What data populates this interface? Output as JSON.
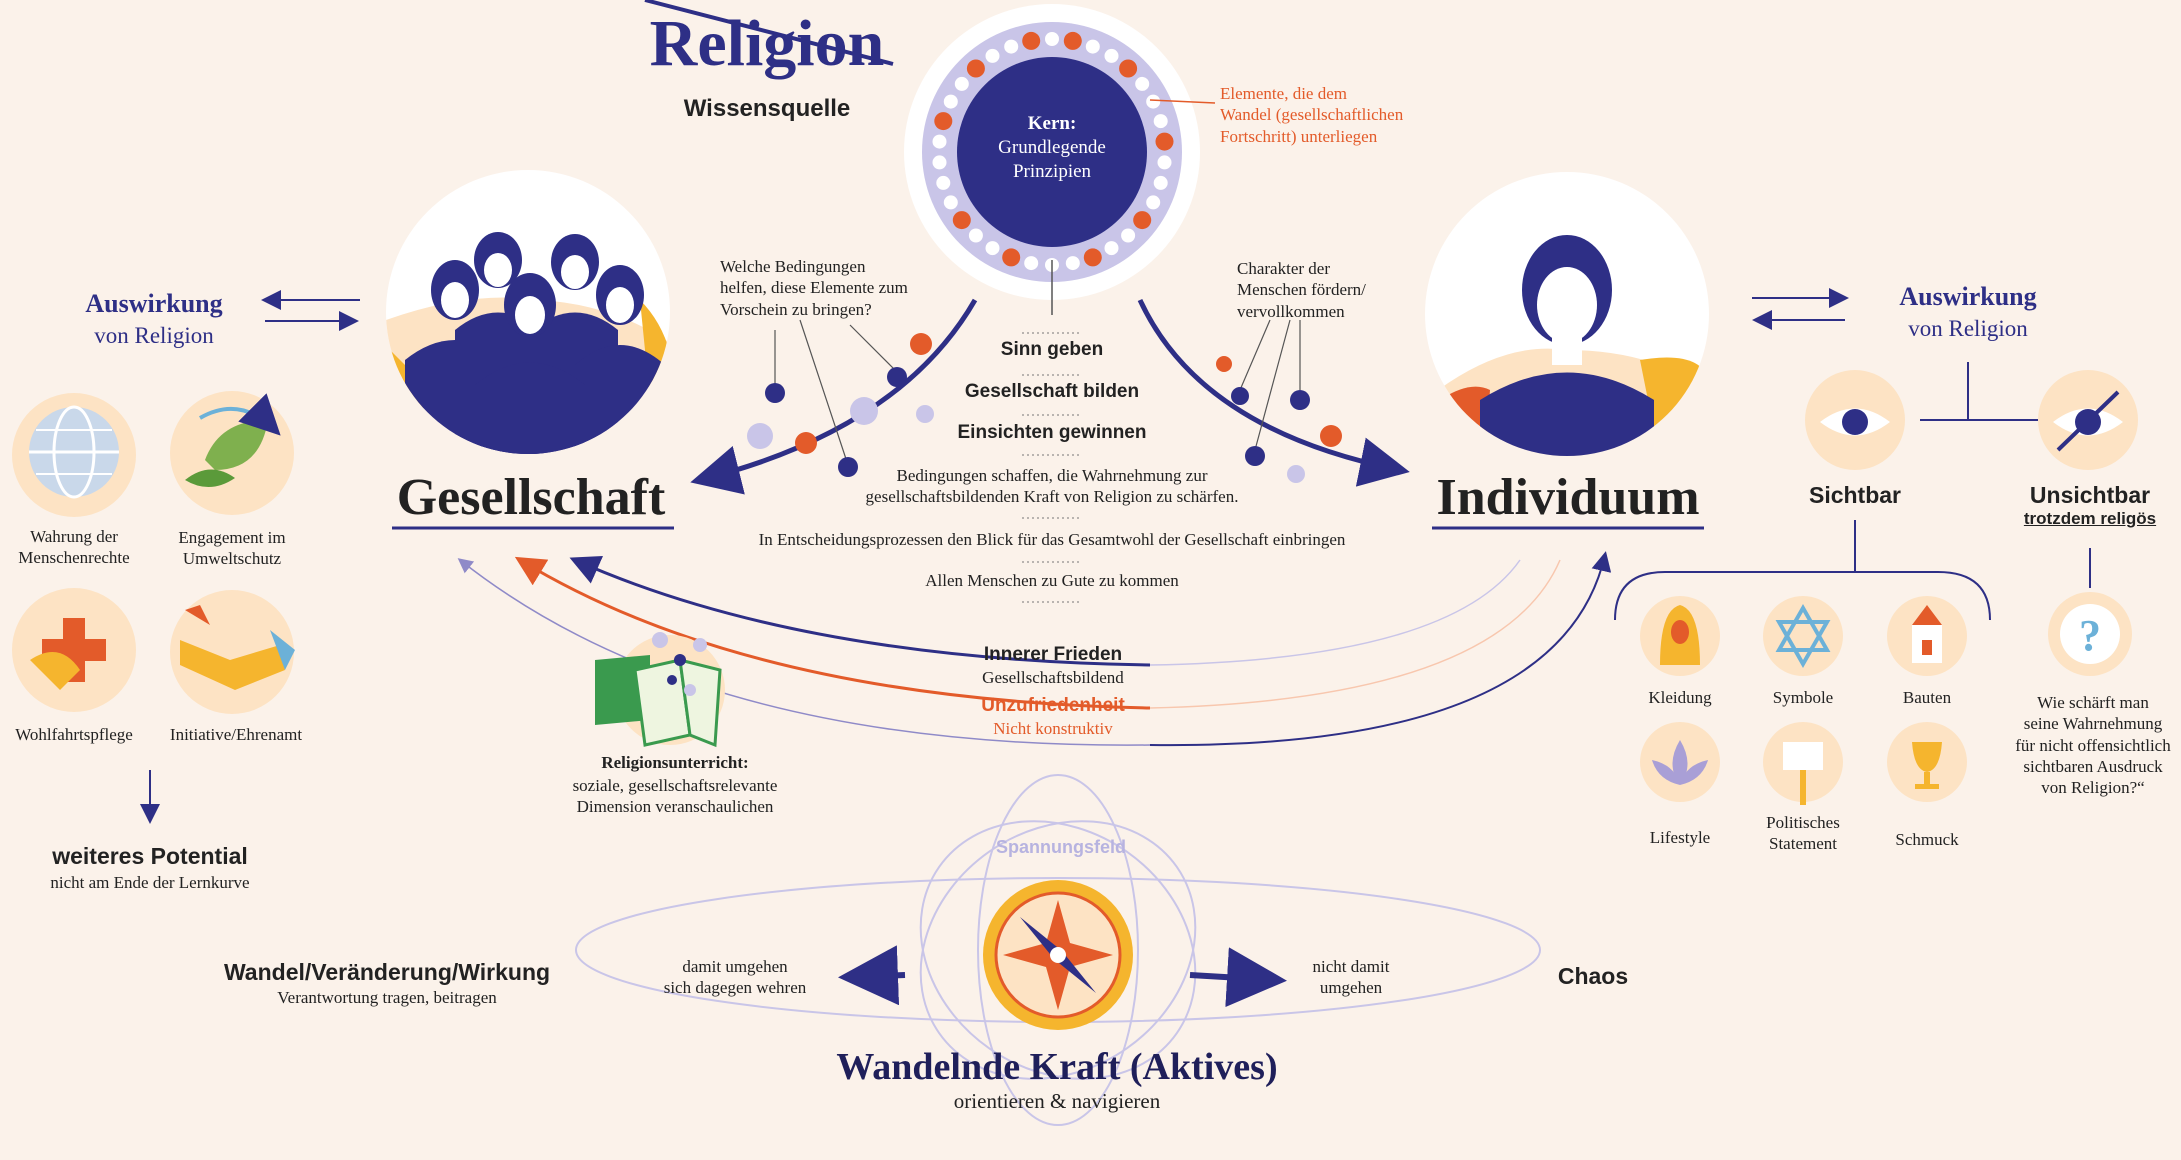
{
  "title": "Religion",
  "subtitle": "Wissensquelle",
  "core": {
    "heading": "Kern:",
    "text": "Grundlegende\nPrinzipien"
  },
  "elements_note": "Elemente, die dem\nWandel (gesellschaftlichen\nFortschritt) unterliegen",
  "question_left": "Welche Bedingungen\nhelfen, diese Elemente zum\nVorschein zu bringen?",
  "question_right": "Charakter der\nMenschen fördern/\nvervollkommen",
  "center_items": [
    "Sinn geben",
    "Gesellschaft bilden",
    "Einsichten gewinnen"
  ],
  "center_text1": "Bedingungen schaffen, die Wahrnehmung zur\ngesellschaftsbildenden Kraft von Religion zu schärfen.",
  "center_text2": "In Entscheidungsprozessen den Blick für das Gesamtwohl der Gesellschaft einbringen",
  "center_text3": "Allen Menschen zu Gute zu kommen",
  "gesellschaft": "Gesellschaft",
  "individuum": "Individuum",
  "left_effect": {
    "title": "Auswirkung",
    "sub": "von Religion"
  },
  "right_effect": {
    "title": "Auswirkung",
    "sub": "von Religion"
  },
  "left_icons": [
    {
      "label": "Wahrung der\nMenschenrechte",
      "icon": "globe-icon"
    },
    {
      "label": "Engagement im\nUmweltschutz",
      "icon": "leaf-icon"
    },
    {
      "label": "Wohlfahrtspflege",
      "icon": "cross-hands-icon"
    },
    {
      "label": "Initiative/Ehrenamt",
      "icon": "handshake-icon"
    }
  ],
  "potential": {
    "title": "weiteres Potential",
    "sub": "nicht am Ende der Lernkurve"
  },
  "religionsunterricht": {
    "title": "Religionsunterricht:",
    "text": "soziale, gesellschaftsrelevante\nDimension veranschaulichen"
  },
  "peace": {
    "title": "Innerer Frieden",
    "sub": "Gesellschaftsbildend"
  },
  "unrest": {
    "title": "Unzufriedenheit",
    "sub": "Nicht konstruktiv"
  },
  "visible": {
    "label": "Sichtbar",
    "icon": "eye-icon"
  },
  "invisible": {
    "label": "Unsichtbar",
    "sub": "trotzdem religös",
    "icon": "eye-slash-icon"
  },
  "visible_items": [
    {
      "label": "Kleidung",
      "icon": "headscarf-icon"
    },
    {
      "label": "Symbole",
      "icon": "star-of-david-icon"
    },
    {
      "label": "Bauten",
      "icon": "church-icon"
    },
    {
      "label": "Lifestyle",
      "icon": "lotus-icon"
    },
    {
      "label": "Politisches\nStatement",
      "icon": "sign-icon"
    },
    {
      "label": "Schmuck",
      "icon": "chalice-icon"
    }
  ],
  "question_mark_text": "Wie schärft man\nseine Wahrnehmung\nfür nicht offensichtlich\nsichtbaren Ausdruck\nvon Religion?“",
  "spannungsfeld": "Spannungsfeld",
  "wandel": {
    "title": "Wandel/Veränderung/Wirkung",
    "sub": "Verantwortung tragen, beitragen"
  },
  "deal_left": "damit umgehen\nsich dagegen wehren",
  "deal_right": "nicht damit\numgehen",
  "chaos": "Chaos",
  "force": {
    "title": "Wandelnde Kraft (Aktives)",
    "sub": "orientieren & navigieren"
  },
  "colors": {
    "navy": "#2e2f86",
    "orange": "#e35b2a",
    "peach": "#fde3c4",
    "lilac": "#b7b3e0",
    "yellow": "#f5b52e"
  }
}
